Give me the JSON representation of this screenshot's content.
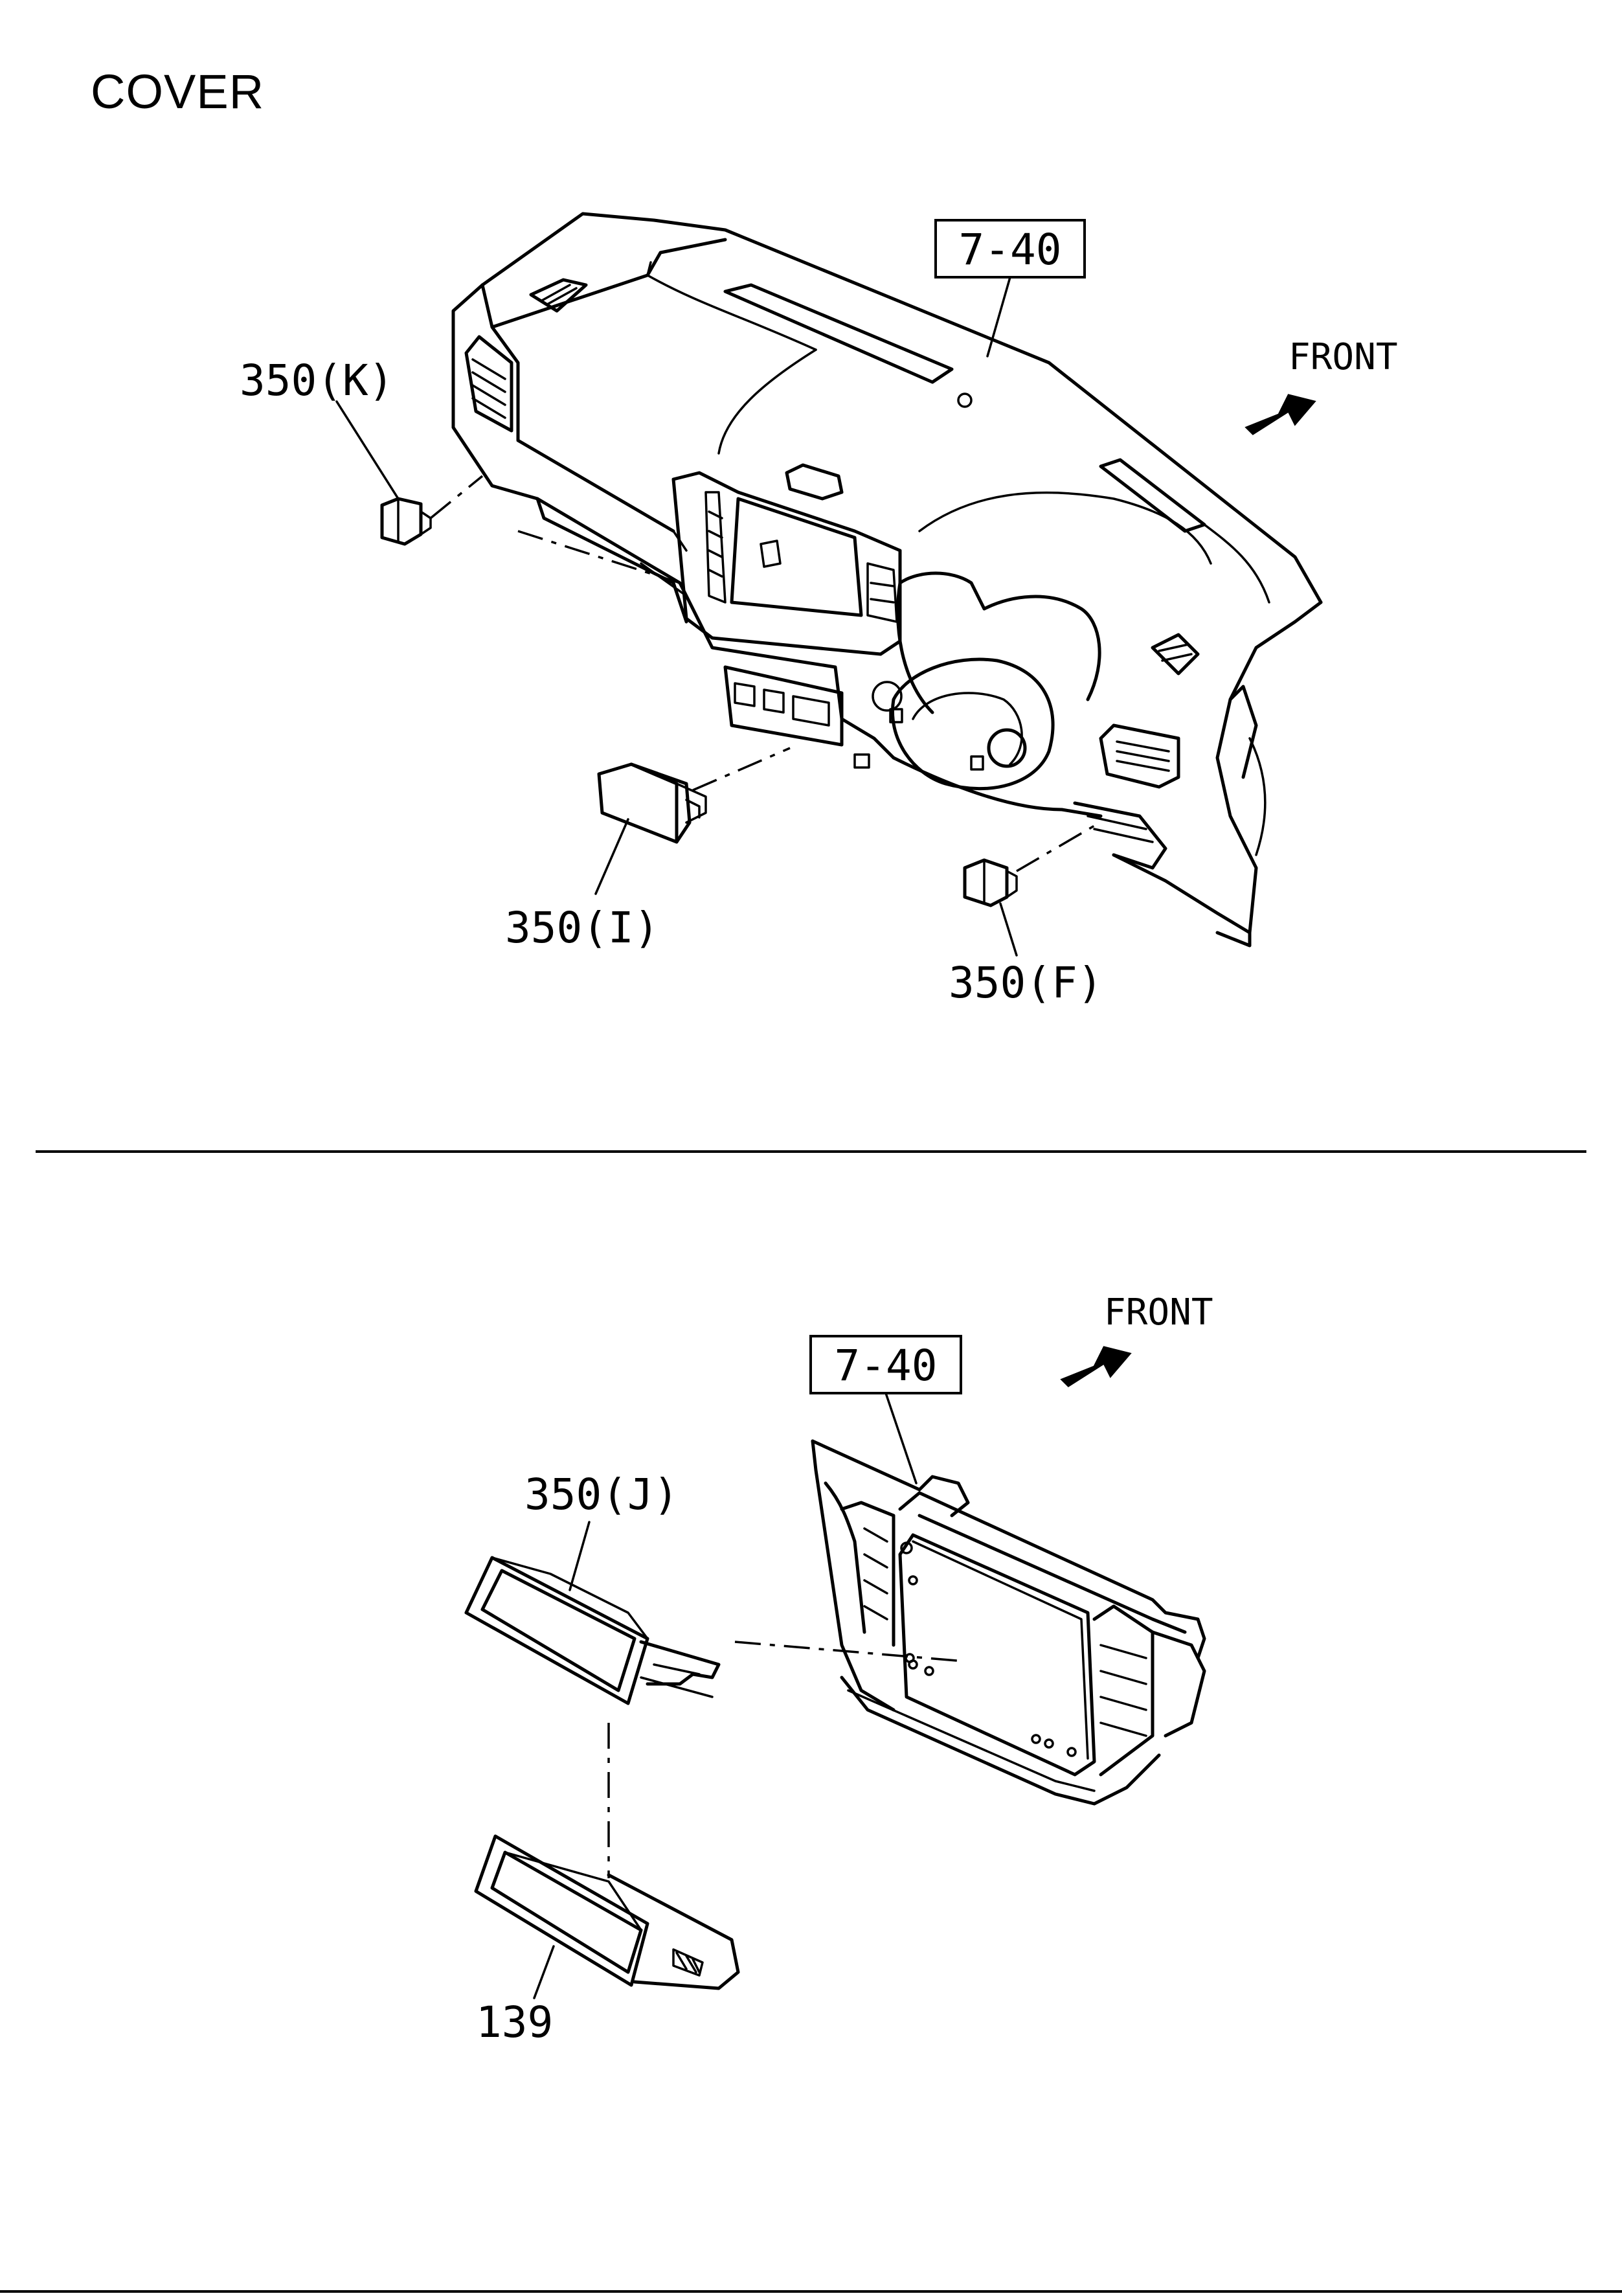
{
  "page": {
    "title": "COVER"
  },
  "top_diagram": {
    "ref_box": "7-40",
    "front_label": "FRONT",
    "callouts": {
      "k": "350(K)",
      "i": "350(I)",
      "f": "350(F)"
    }
  },
  "bottom_diagram": {
    "ref_box": "7-40",
    "front_label": "FRONT",
    "callouts": {
      "j": "350(J)",
      "p139": "139"
    }
  }
}
